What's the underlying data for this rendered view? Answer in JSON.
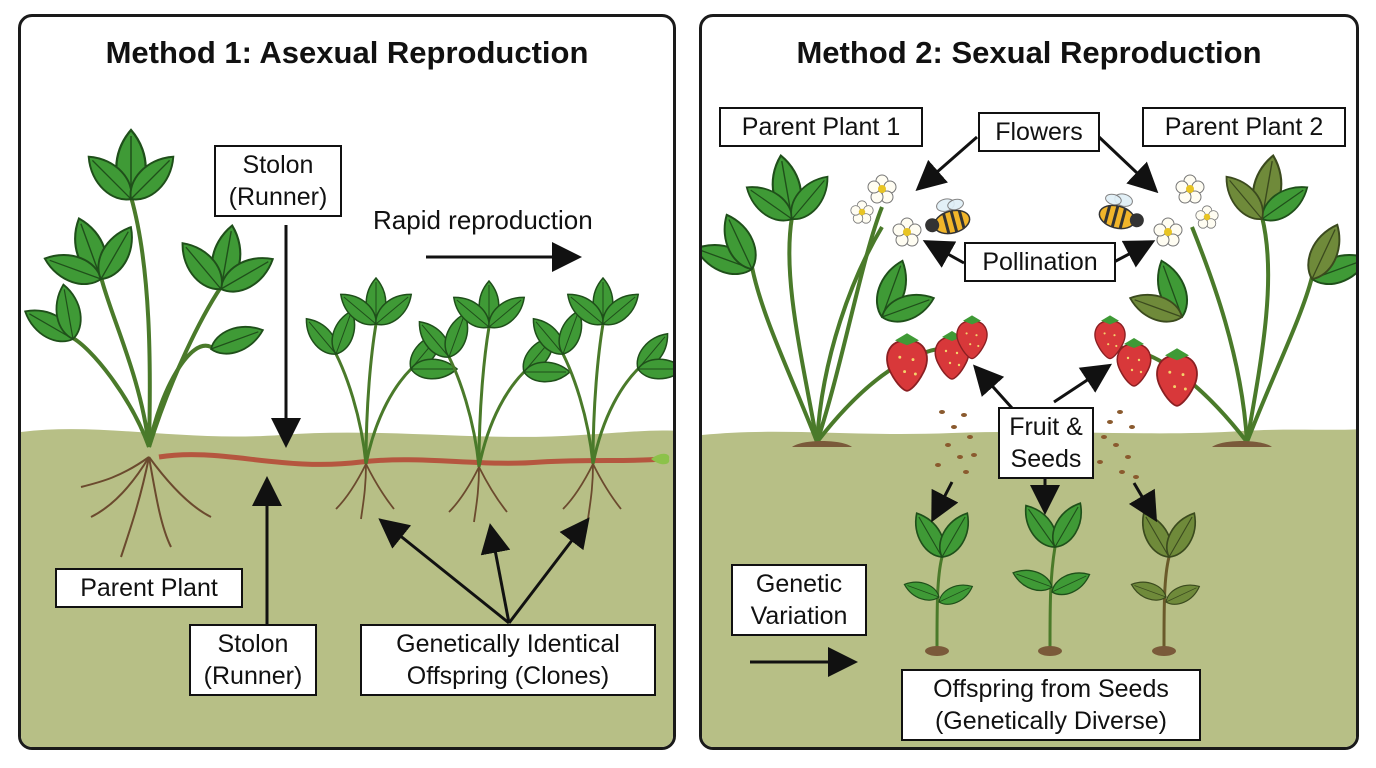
{
  "asexual": {
    "title": "Method 1: Asexual Reproduction",
    "stolon_top_line1": "Stolon",
    "stolon_top_line2": "(Runner)",
    "rapid_reproduction": "Rapid reproduction",
    "parent_plant": "Parent Plant",
    "stolon_bottom_line1": "Stolon",
    "stolon_bottom_line2": "(Runner)",
    "offspring_line1": "Genetically Identical",
    "offspring_line2": "Offspring (Clones)"
  },
  "sexual": {
    "title": "Method 2: Sexual Reproduction",
    "parent_plant_1": "Parent Plant 1",
    "flowers": "Flowers",
    "parent_plant_2": "Parent Plant 2",
    "pollination": "Pollination",
    "fruit_line1": "Fruit &",
    "fruit_line2": "Seeds",
    "genetic_line1": "Genetic",
    "genetic_line2": "Variation",
    "offspring_line1": "Offspring from Seeds",
    "offspring_line2": "(Genetically Diverse)"
  },
  "colors": {
    "soil": "#b7bf86",
    "leaf": "#3f9a36",
    "leaf_dark": "#2a6e24",
    "stolon": "#b5563f",
    "strawberry": "#d8383a",
    "bee": "#f1b52a"
  }
}
